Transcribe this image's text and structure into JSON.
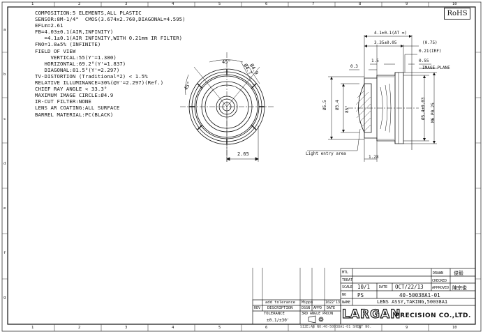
{
  "border_numbers": {
    "top": [
      "1",
      "2",
      "3",
      "4",
      "5",
      "6",
      "7",
      "8",
      "9",
      "10"
    ],
    "bottom": [
      "1",
      "2",
      "3",
      "4",
      "5",
      "6",
      "7",
      "8",
      "9",
      "10"
    ],
    "left": [
      "a",
      "b",
      "c",
      "d",
      "e",
      "f",
      "g"
    ]
  },
  "rohs": "RoHS",
  "specs": [
    "COMPOSITION:5 ELEMENTS,ALL PLASTIC",
    "SENSOR:8M-1/4\"  CMOS(3.674x2.760,DIAGONAL=4.595)",
    "EFLm=2.61",
    "FB=4.03±0.1(AIR,INFINITY)",
    "   =4.1±0.1(AIR INFINITY,WITH 0.21mm IR FILTER)",
    "FNO=1.8±5% (INFINITE)",
    "FIELD OF VIEW",
    "     VERTICAL:55(Y'=1.380)",
    "   HORIZONTAL:69.2°(Y'=1.837)",
    "   DIAGONAL:81.5°(Y'=2.297)",
    "TV-DISTORTION (Traditional*2) < 1.5%",
    "RELATIVE ILLUMINANCE=30%(@Y'=2.297)(Ref.)",
    "CHIEF RAY ANGLE < 33.3°",
    "MAXIMUM IMAGE CIRCLE:Ø4.9",
    "IR-CUT FILTER:NONE",
    "LENS AR COATING:ALL SURFACE",
    "BARREL MATERIAL:PC(BLACK)"
  ],
  "front_view": {
    "angle_top": "45°",
    "angle_left": "45°",
    "dia_1": "Ø4.7",
    "dia_2": "Ø4.9",
    "width": "2.65"
  },
  "side_view": {
    "dim_total": "4.1±0.1(AT ∞)",
    "dim_body": "3.35±0.05",
    "dim_075": "(0.75)",
    "dim_irf": "0.21(IRF)",
    "dim_055": "0.55",
    "dim_15": "1.5",
    "dim_03": "0.3",
    "image_plane": "IMAGE PLANE",
    "dia_55": "Ø5.5",
    "dia_34": "Ø3.4",
    "angle_85": "85°",
    "dia_54": "Ø5.4±0.03",
    "thread": "M6 P0.25",
    "dim_128": "1.28",
    "light_entry": "Light entry area"
  },
  "title_block": {
    "mtl_label": "MTL",
    "treat_label": "TREAT",
    "scale_label": "SCALE",
    "scale_value": "10/1",
    "date_label": "DATE",
    "date_value": "OCT/22/13",
    "no_label": "NO",
    "no_value": "PS",
    "drawing_no": "40-50038A1-01",
    "name_label": "NAME",
    "name_value": "LENS ASSY,TAKING,50038A1",
    "drawn_label": "DRAWN",
    "drawn_sig": "俊毅",
    "checked_label": "CHECKED",
    "approved_label": "APPROVED",
    "approved_sig": "陳宗俊",
    "rev_row_text": "add tolerance",
    "rev_row_sig": "Mipps",
    "rev_row_date": "1022'13",
    "rev_label": "REV",
    "description_label": "DESCRIPTION",
    "dsgn_label": "DSGN",
    "appd_label": "APPD",
    "date_col_label": "DATE",
    "tolerance_label": "TOLERANCE",
    "tolerance_value": "±0.1/±30'",
    "proj_label": "3RD ANGLE  PROJN",
    "company": "LARGAN",
    "company_sub": "PRECISION CO.,LTD.",
    "bottom_text": "SIZE:A3 NO:40-50038A1-01    SHEET NO."
  }
}
